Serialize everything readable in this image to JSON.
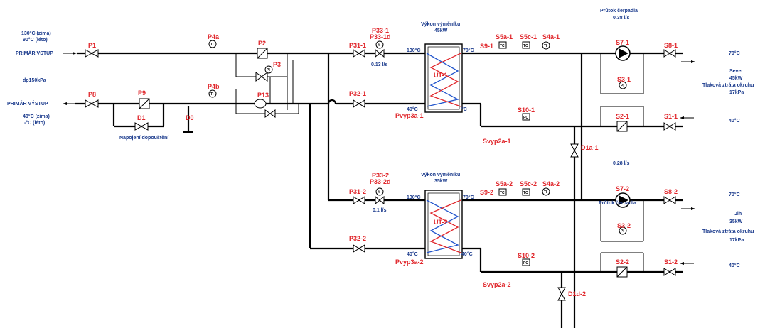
{
  "left_panel": {
    "temp_winter": "130°C (zima)",
    "temp_summer": "90°C (léto)",
    "primary_in": "PRIMÁR VSTUP",
    "dp": "dp150kPa",
    "primary_out": "PRIMÁR VÝSTUP",
    "ret_winter": "40°C (zima)",
    "ret_summer": "-°C (léto)",
    "connection": "Napojení dopouštění"
  },
  "labels": {
    "P1": "P1",
    "P8": "P8",
    "P9": "P9",
    "D1": "D1",
    "D0": "D0",
    "P2": "P2",
    "P3": "P3",
    "P13": "P13",
    "P4a": "P4a",
    "P4b": "P4b",
    "P31_1": "P31-1",
    "P32_1": "P32-1",
    "P33_1": "P33-1",
    "P33_1d": "P33-1d",
    "P31_2": "P31-2",
    "P32_2": "P32-2",
    "P33_2": "P33-2",
    "P33_2d": "P33-2d",
    "UT1": "UT-1",
    "UT2": "UT-2",
    "S9_1": "S9-1",
    "S5a_1": "S5a-1",
    "S5c_1": "S5c-1",
    "S4a_1": "S4a-1",
    "S9_2": "S9-2",
    "S5a_2": "S5a-2",
    "S5c_2": "S5c-2",
    "S4a_2": "S4a-2",
    "S7_1": "S7-1",
    "S7_2": "S7-2",
    "S3_1": "S3-1",
    "S3_2": "S3-2",
    "S2_1": "S2-1",
    "S2_2": "S2-2",
    "S1_1": "S1-1",
    "S1_2": "S1-2",
    "S8_1": "S8-1",
    "S8_2": "S8-2",
    "S10_1": "S10-1",
    "S10_2": "S10-2",
    "Pvyp3a_1": "Pvyp3a-1",
    "Pvyp3a_2": "Pvyp3a-2",
    "Svyp2a_1": "Svyp2a-1",
    "Svyp2a_2": "Svyp2a-2",
    "D1a_1": "D1a-1",
    "D1d_2": "D1d-2"
  },
  "exchanger1": {
    "title": "Výkon výměníku",
    "power": "45kW",
    "t_in": "130°C",
    "t_out": "70°C",
    "t_ret": "40°C",
    "t_ret2": "°C",
    "flow": "0.13 l/s"
  },
  "exchanger2": {
    "title": "Výkon výměníku",
    "power": "35kW",
    "t_in": "130°C",
    "t_out": "70°C",
    "t_ret": "40°C",
    "t_ret2": "40°C",
    "flow": "0.1 l/s"
  },
  "right_panel": {
    "pump_flow_title": "Průtok čerpadla",
    "pump_flow1": "0.38 l/s",
    "pump_flow2": "0.28 l/s",
    "pump_flow_title2": "Průtok čerpadla",
    "t_supply1": "70°C",
    "branch1": "Sever",
    "power1": "45kW",
    "loss_title1": "Tlaková ztráta okruhu",
    "loss1": "17kPa",
    "t_return1": "40°C",
    "t_supply2": "70°C",
    "branch2": "Jih",
    "power2": "35kW",
    "loss_title2": "Tlaková ztráta okruhu",
    "loss2": "17kPa",
    "t_return2": "40°C"
  },
  "gauge_symbols": {
    "ti": "TI",
    "pi": "PI",
    "tc": "TC",
    "pc": "PC",
    "m": "M"
  }
}
